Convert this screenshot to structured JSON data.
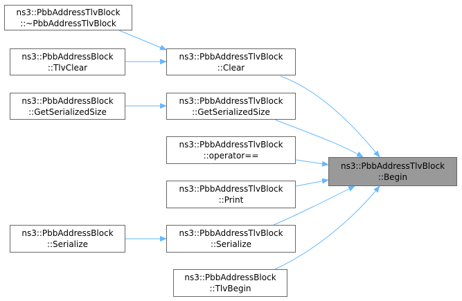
{
  "graph": {
    "root": {
      "id": "begin",
      "line1": "ns3::PbbAddressTlvBlock",
      "line2": "::Begin"
    },
    "nodes": [
      {
        "id": "destructor",
        "line1": "ns3::PbbAddressTlvBlock",
        "line2": "::~PbbAddressTlvBlock"
      },
      {
        "id": "ab-tlvclear",
        "line1": "ns3::PbbAddressBlock",
        "line2": "::TlvClear"
      },
      {
        "id": "clear",
        "line1": "ns3::PbbAddressTlvBlock",
        "line2": "::Clear"
      },
      {
        "id": "ab-getserializedsize",
        "line1": "ns3::PbbAddressBlock",
        "line2": "::GetSerializedSize"
      },
      {
        "id": "getserializedsize",
        "line1": "ns3::PbbAddressTlvBlock",
        "line2": "::GetSerializedSize"
      },
      {
        "id": "operator-eq",
        "line1": "ns3::PbbAddressTlvBlock",
        "line2": "::operator=="
      },
      {
        "id": "print",
        "line1": "ns3::PbbAddressTlvBlock",
        "line2": "::Print"
      },
      {
        "id": "ab-serialize",
        "line1": "ns3::PbbAddressBlock",
        "line2": "::Serialize"
      },
      {
        "id": "serialize",
        "line1": "ns3::PbbAddressTlvBlock",
        "line2": "::Serialize"
      },
      {
        "id": "ab-tlvbegin",
        "line1": "ns3::PbbAddressBlock",
        "line2": "::TlvBegin"
      }
    ],
    "edges": [
      {
        "from": "destructor",
        "to": "clear"
      },
      {
        "from": "ab-tlvclear",
        "to": "clear"
      },
      {
        "from": "ab-getserializedsize",
        "to": "getserializedsize"
      },
      {
        "from": "ab-serialize",
        "to": "serialize"
      },
      {
        "from": "clear",
        "to": "begin"
      },
      {
        "from": "getserializedsize",
        "to": "begin"
      },
      {
        "from": "operator-eq",
        "to": "begin"
      },
      {
        "from": "print",
        "to": "begin"
      },
      {
        "from": "serialize",
        "to": "begin"
      },
      {
        "from": "ab-tlvbegin",
        "to": "begin"
      }
    ],
    "colors": {
      "edge": "#63b8ff",
      "border": "#666666",
      "root_fill": "#999999"
    }
  }
}
